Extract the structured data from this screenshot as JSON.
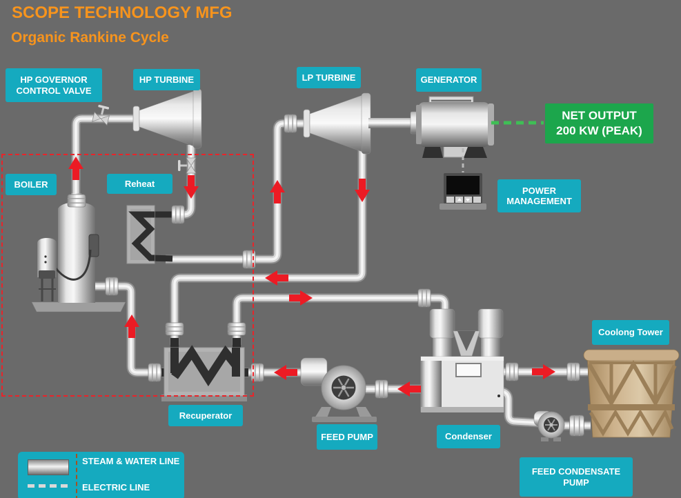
{
  "header": {
    "title": "SCOPE TECHNOLOGY MFG",
    "subtitle": "Organic Rankine Cycle"
  },
  "labels": [
    {
      "id": "hp-governor-control-valve",
      "text": "HP GOVERNOR CONTROL VALVE"
    },
    {
      "id": "hp-turbine",
      "text": "HP TURBINE"
    },
    {
      "id": "lp-turbine",
      "text": "LP TURBINE"
    },
    {
      "id": "generator",
      "text": "GENERATOR"
    },
    {
      "id": "boiler",
      "text": "BOILER"
    },
    {
      "id": "reheat",
      "text": "Reheat"
    },
    {
      "id": "power-management",
      "text": "POWER MANAGEMENT"
    },
    {
      "id": "recuperator",
      "text": "Recuperator"
    },
    {
      "id": "feed-pump",
      "text": "FEED PUMP"
    },
    {
      "id": "condenser",
      "text": "Condenser"
    },
    {
      "id": "cooling-tower",
      "text": "Coolong Tower"
    },
    {
      "id": "feed-condensate-pump",
      "text": "FEED CONDENSATE PUMP"
    }
  ],
  "net_output": {
    "line1": "NET OUTPUT",
    "line2": "200 KW (PEAK)"
  },
  "legend": {
    "steam_label": "STEAM & WATER LINE",
    "electric_label": "ELECTRIC LINE"
  },
  "colors": {
    "background": "#6A6A6A",
    "label_bg": "#15AABF",
    "title_orange": "#F7941D",
    "net_output_green": "#1CA64C",
    "arrow_red": "#EC1B24",
    "boundary_red": "#E8242A",
    "electric_dash_green": "#3FBF55",
    "electric_dash_gray": "#B8B8B8",
    "tower_tan": "#C9AE89"
  }
}
